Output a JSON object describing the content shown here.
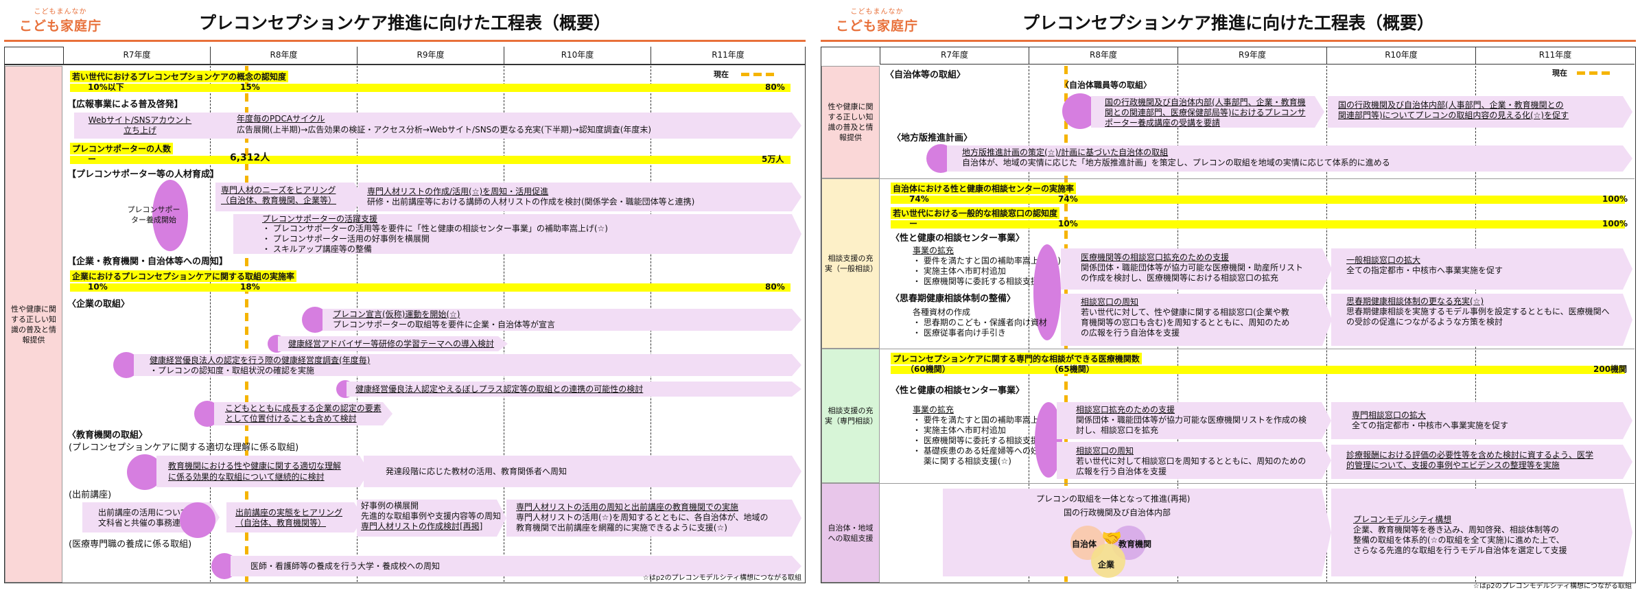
{
  "left": {
    "logo_small": "こどもまんなか",
    "logo_big": "こども家庭庁",
    "title": "プレコンセプションケア推進に向けた工程表（概要）",
    "years": [
      "R7年度",
      "R8年度",
      "R9年度",
      "R10年度",
      "R11年度"
    ],
    "now": "現在",
    "category": "性や健康に関する正しい知識の普及と情報提供",
    "kpi1": {
      "label": "若い世代におけるプレコンセプションケアの概念の認知度",
      "v1": "10%以下",
      "v2": "15%",
      "v3": "80%"
    },
    "sec_pr": "【広報事業による普及啓発】",
    "pr1": "Webサイト/SNSアカウント立ち上げ",
    "pr2a": "年度毎のPDCAサイクル",
    "pr2b": "広告展開(上半期)→広告効果の検証・アクセス分析→Webサイト/SNSの更なる充実(下半期)→認知度調査(年度末)",
    "kpi2": {
      "label": "プレコンサポーターの人数",
      "v1": "ー",
      "v2": "6,312人",
      "v3": "5万人"
    },
    "sec_sup": "【プレコンサポーター等の人材育成】",
    "sup_start": "プレコンサポーター養成開始",
    "sup1a": "専門人材のニーズをヒアリング",
    "sup1b": "（自治体、教育機関、企業等）",
    "sup2a": "専門人材リストの作成/活用(☆)を周知・活用促進",
    "sup2b": "研修・出前講座等における講師の人材リストの作成を検討(関係学会・職能団体等と連携)",
    "sup3a": "プレコンサポーターの活躍支援",
    "sup3b": "・ プレコンサポーターの活用等を要件に「性と健康の相談センター事業」の補助率嵩上げ(☆)",
    "sup3c": "・ プレコンサポーター活用の好事例を横展開",
    "sup3d": "・ スキルアップ講座等の整備",
    "sec_corp": "【企業・教育機関・自治体等への周知】",
    "kpi3": {
      "label": "企業におけるプレコンセプションケアに関する取組の実施率",
      "v1": "10%",
      "v2": "18%",
      "v3": "80%"
    },
    "sec_biz": "〈企業の取組〉",
    "biz1a": "プレコン宣言(仮称)運動を開始(☆)",
    "biz1b": "プレコンサポーターの取組等を要件に企業・自治体等が宣言",
    "biz2": "健康経営アドバイザー等研修の学習テーマへの導入検討",
    "biz3a": "健康経営優良法人の認定を行う際の健康経営度調査(年度毎)",
    "biz3b": "・プレコンの認知度・取組状況の確認を実施",
    "biz4": "健康経営優良法人認定やえるぼしプラス認定等の取組との連携の可能性の検討",
    "biz5a": "こどもとともに成長する企業の認定の要素",
    "biz5b": "として位置付けることも含めて検討",
    "sec_edu": "〈教育機関の取組〉",
    "edu_sub": "(プレコンセプションケアに関する適切な理解に係る取組)",
    "edu1a": "教育機関における性や健康に関する適切な理解",
    "edu1b": "に係る効果的な取組について継続的に検討",
    "edu2": "発達段階に応じた教材の活用、教育関係者へ周知",
    "sec_lec": "(出前講座)",
    "lec1a": "出前講座の活用について",
    "lec1b": "文科省と共催の事務連絡発出",
    "lec2a": "出前講座の実態をヒアリング",
    "lec2b": "（自治体、教育機関等）",
    "lec3a": "好事例の横展開",
    "lec3b": "先進的な取組事例や支援内容等の周知",
    "lec3c": "専門人材リストの作成検討[再掲]",
    "lec4a": "専門人材リストの活用の周知と出前講座の教育機関での実施",
    "lec4b": "専門人材リストの活用(☆)を周知するとともに、各自治体が、地域の",
    "lec4c": "教育機関で出前講座を網羅的に実施できるように支援(☆)",
    "sec_med": "(医療専門職の養成に係る取組)",
    "med1": "医師・看護師等の養成を行う大学・養成校への周知",
    "foot": "☆はp2のプレコンモデルシティ構想につながる取組"
  },
  "right": {
    "logo_small": "こどもまんなか",
    "logo_big": "こども家庭庁",
    "title": "プレコンセプションケア推進に向けた工程表（概要）",
    "years": [
      "R7年度",
      "R8年度",
      "R9年度",
      "R10年度",
      "R11年度"
    ],
    "now": "現在",
    "cat1": "性や健康に関する正しい知識の普及と情報提供",
    "cat2": "相談支援の充実（一般相談）",
    "cat3": "相談支援の充実（専門相談）",
    "cat4": "自治体・地域への取組支援",
    "sec_local": "〈自治体等の取組〉",
    "local_sub": "〈自治体職員等の取組〉",
    "local1a": "国の行政機関及び自治体内部(人事部門、企業・教育機",
    "local1b": "関との関連部門、医療保健部局等)におけるプレコンサ",
    "local1c": "ポーター養成講座の受講を要請",
    "local2a": "国の行政機関及び自治体内部(人事部門、企業・教育機関との",
    "local2b": "関連部門等)についてプレコンの取組内容の見える化(☆)を促す",
    "sec_plan": "〈地方版推進計画〉",
    "plan1a": "地方版推進計画の策定(☆)/計画に基づいた自治体の取組",
    "plan1b": "自治体が、地域の実情に応じた「地方版推進計画」を策定し、プレコンの取組を地域の実情に応じて体系的に進める",
    "kpi4": {
      "label": "自治体における性と健康の相談センターの実施率",
      "v1": "74%",
      "v2": "74%",
      "v3": "100%"
    },
    "kpi5": {
      "label": "若い世代における一般的な相談窓口の認知度",
      "v1": "ー",
      "v2": "10%",
      "v3": "100%"
    },
    "sec_cen": "〈性と健康の相談センター事業〉",
    "cen_ex": "事業の拡充",
    "cen_l1": "・ 要件を満たすと国の補助率嵩上げ(☆)",
    "cen_l2": "・ 実施主体へ市町村追加",
    "cen_l3": "・ 医療機関等に委託する相談支援(☆)",
    "cen2a": "医療機関等の相談窓口拡充のための支援",
    "cen2b": "関係団体・職能団体等が協力可能な医療機関・助産所リスト",
    "cen2c": "の作成を検討し、医療機関等における相談窓口の拡充",
    "cen3a": "一般相談窓口の拡大",
    "cen3b": "全ての指定都市・中核市へ事業実施を促す",
    "sec_ado": "〈思春期健康相談体制の整備〉",
    "ado_l0": "各種資材の作成",
    "ado_l1": "・ 思春期のこども・保護者向け資材",
    "ado_l2": "・ 医療従事者向け手引き",
    "ado2a": "相談窓口の周知",
    "ado2b": "若い世代に対して、性や健康に関する相談窓口(企業や教",
    "ado2c": "育機関等の窓口も含む)を周知するとともに、周知のため",
    "ado2d": "の広報を行う自治体を支援",
    "ado3a": "思春期健康相談体制の更なる充実(☆)",
    "ado3b": "思春期健康相談を実施するモデル事例を設定するとともに、医療機関へ",
    "ado3c": "の受診の促進につながるような方策を検討",
    "kpi6": {
      "label": "プレコンセプションケアに関する専門的な相談ができる医療機関数",
      "v1": "（60機関）",
      "v2": "（65機関）",
      "v3": "200機関"
    },
    "sec_sp": "〈性と健康の相談センター事業〉",
    "sp_ex": "事業の拡充",
    "sp_l1": "・ 要件を満たすと国の補助率嵩上げ",
    "sp_l2": "・ 実施主体へ市町村追加",
    "sp_l3": "・ 医療機関等に委託する相談支援(☆)",
    "sp_l4": "・ 基礎疾患のある妊産婦等への妊娠と",
    "sp_l5": "　 薬に関する相談支援(☆)",
    "sp2a": "相談窓口拡充のための支援",
    "sp2b": "関係団体・職能団体等が協力可能な医療機関リストを作成の検",
    "sp2c": "討し、相談窓口を拡充",
    "sp3a": "相談窓口の周知",
    "sp3b": "若い世代に対して相談窓口を周知するとともに、周知のための",
    "sp3c": "広報を行う自治体を支援",
    "sp4a": "専門相談窓口の拡大",
    "sp4b": "全ての指定都市・中核市へ事業実施を促す",
    "sp5a": "診療報酬における評価の必要性等を含めた検討に資するよう、医学",
    "sp5b": "的管理について、支援の事例やエビデンスの整理等を実施",
    "reg_t": "プレコンの取組を一体となって推進(再掲)",
    "reg_sub": "国の行政機関及び自治体内部",
    "reg_c1": "自治体",
    "reg_c2": "教育機関",
    "reg_c3": "企業",
    "reg2a": "プレコンモデルシティ構想",
    "reg2b": "企業、教育機関等を巻き込み、周知啓発、相談体制等の",
    "reg2c": "整備の取組を体系的(☆の取組を全て実施)に進めた上で、",
    "reg2d": "さらなる先進的な取組を行うモデル自治体を選定して支援",
    "foot": "☆はp2のプレコンモデルシティ構想につながる取組"
  }
}
